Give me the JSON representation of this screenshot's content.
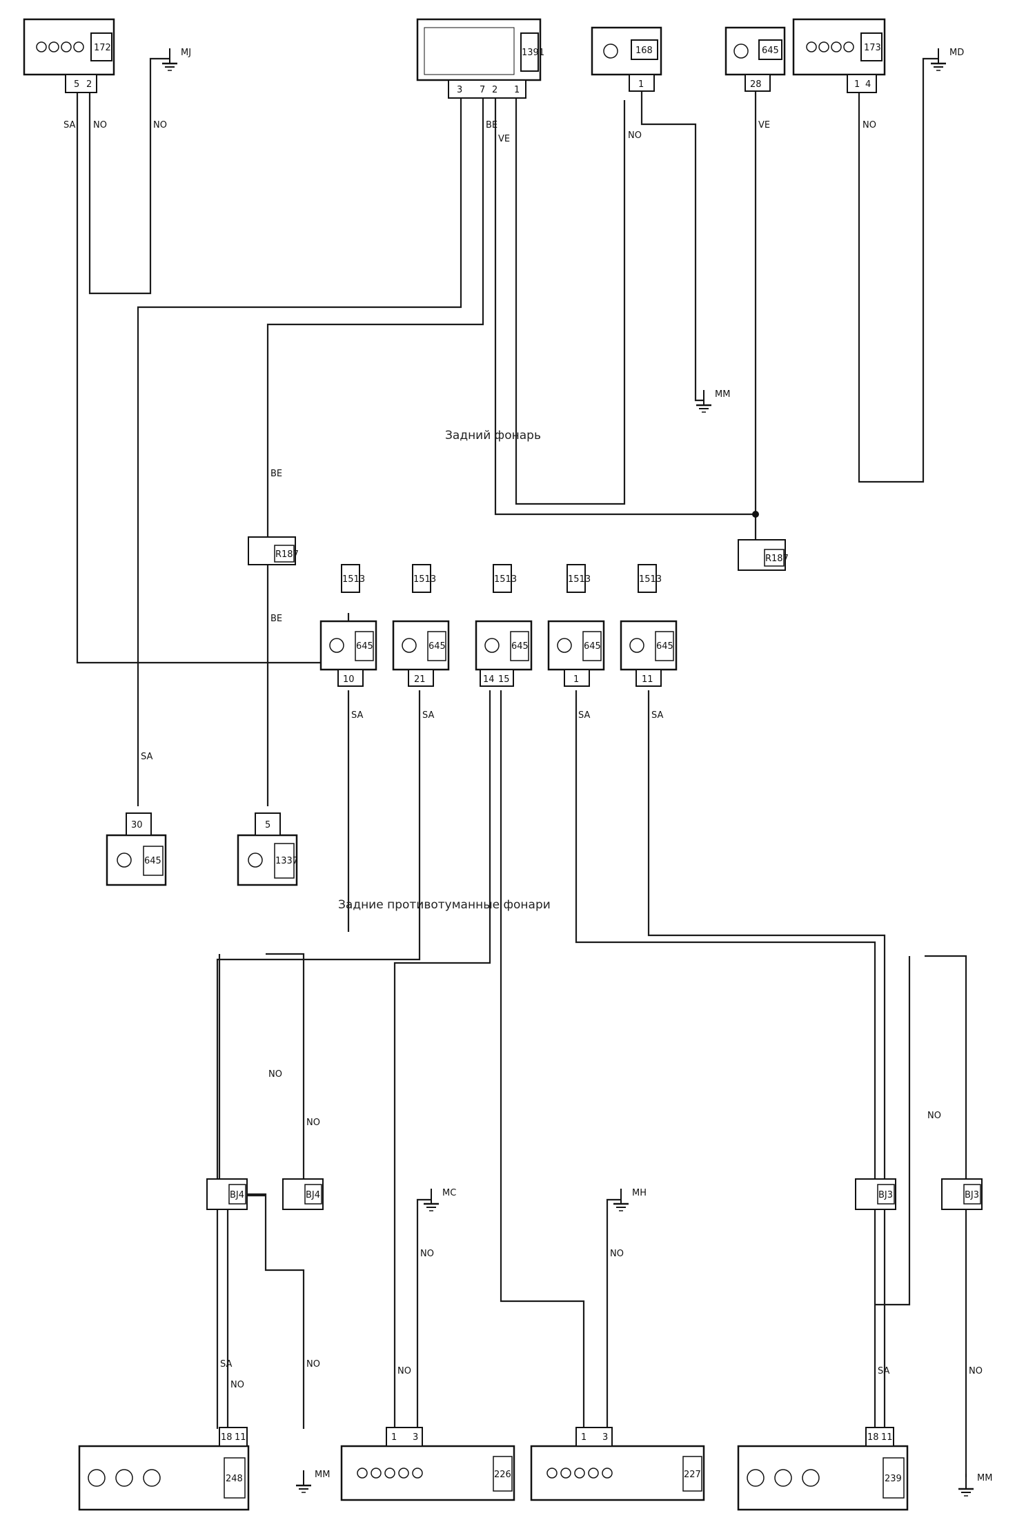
{
  "components": {
    "c172": "172",
    "c1391": "1391",
    "c168": "168",
    "c645_top": "645",
    "c173": "173",
    "c645_mid1": "645",
    "c645_mid2": "645",
    "c645_mid3": "645",
    "c645_mid4": "645",
    "c645_mid5": "645",
    "c645_left": "645",
    "c1337": "1337",
    "c248": "248",
    "c226": "226",
    "c227": "227",
    "c239": "239"
  },
  "fuse_tags": {
    "f1": "1513",
    "f2": "1513",
    "f3": "1513",
    "f4": "1513",
    "f5": "1513"
  },
  "connectors": {
    "r187_a": "R187",
    "r187_b": "R187",
    "cc1": "BJ4",
    "cc2": "BJ4",
    "cc3": "BJ3",
    "cc4": "BJ3"
  },
  "grounds": {
    "g1": "MJ",
    "g2": "MM",
    "g3": "MD",
    "g4": "MC",
    "g5": "MH",
    "g6": "MM",
    "g7": "MM"
  },
  "pins": {
    "p172_5": "5",
    "p172_2": "2",
    "p1391_3": "3",
    "p1391_7": "7",
    "p1391_2": "2",
    "p1391_1": "1",
    "p168_1": "1",
    "p645t_28": "28",
    "p173_1": "1",
    "p173_4": "4",
    "p645a_10": "10",
    "p645b_21": "21",
    "p645c_14": "14",
    "p645c_15": "15",
    "p645d_1": "1",
    "p645e_11": "11",
    "p645l_30": "30",
    "p1337_5": "5",
    "p248_18": "18",
    "p248_11": "11",
    "p226_1": "1",
    "p226_3": "3",
    "p227_1": "1",
    "p227_3": "3",
    "p239_18": "18",
    "p239_11": "11"
  },
  "wires": {
    "w1": "SA",
    "w2": "NO",
    "w3": "NO",
    "w4": "BE",
    "w5": "VE",
    "w6": "NO",
    "w7": "VE",
    "w8": "NO",
    "w9": "BE",
    "w10": "BE",
    "w11": "SA",
    "w12": "SA",
    "w13": "SA",
    "w14": "SA",
    "w15": "SA",
    "w16": "NO",
    "w17": "NO",
    "w18": "NO",
    "w19": "NO",
    "w20": "SA",
    "w21": "NO",
    "w22": "NO",
    "w23": "NO",
    "w24": "SA",
    "w25": "NO",
    "w26": "NO"
  },
  "section_titles": {
    "rear": "Задний фонарь",
    "reverse": "Задние противотуманные фонари"
  }
}
